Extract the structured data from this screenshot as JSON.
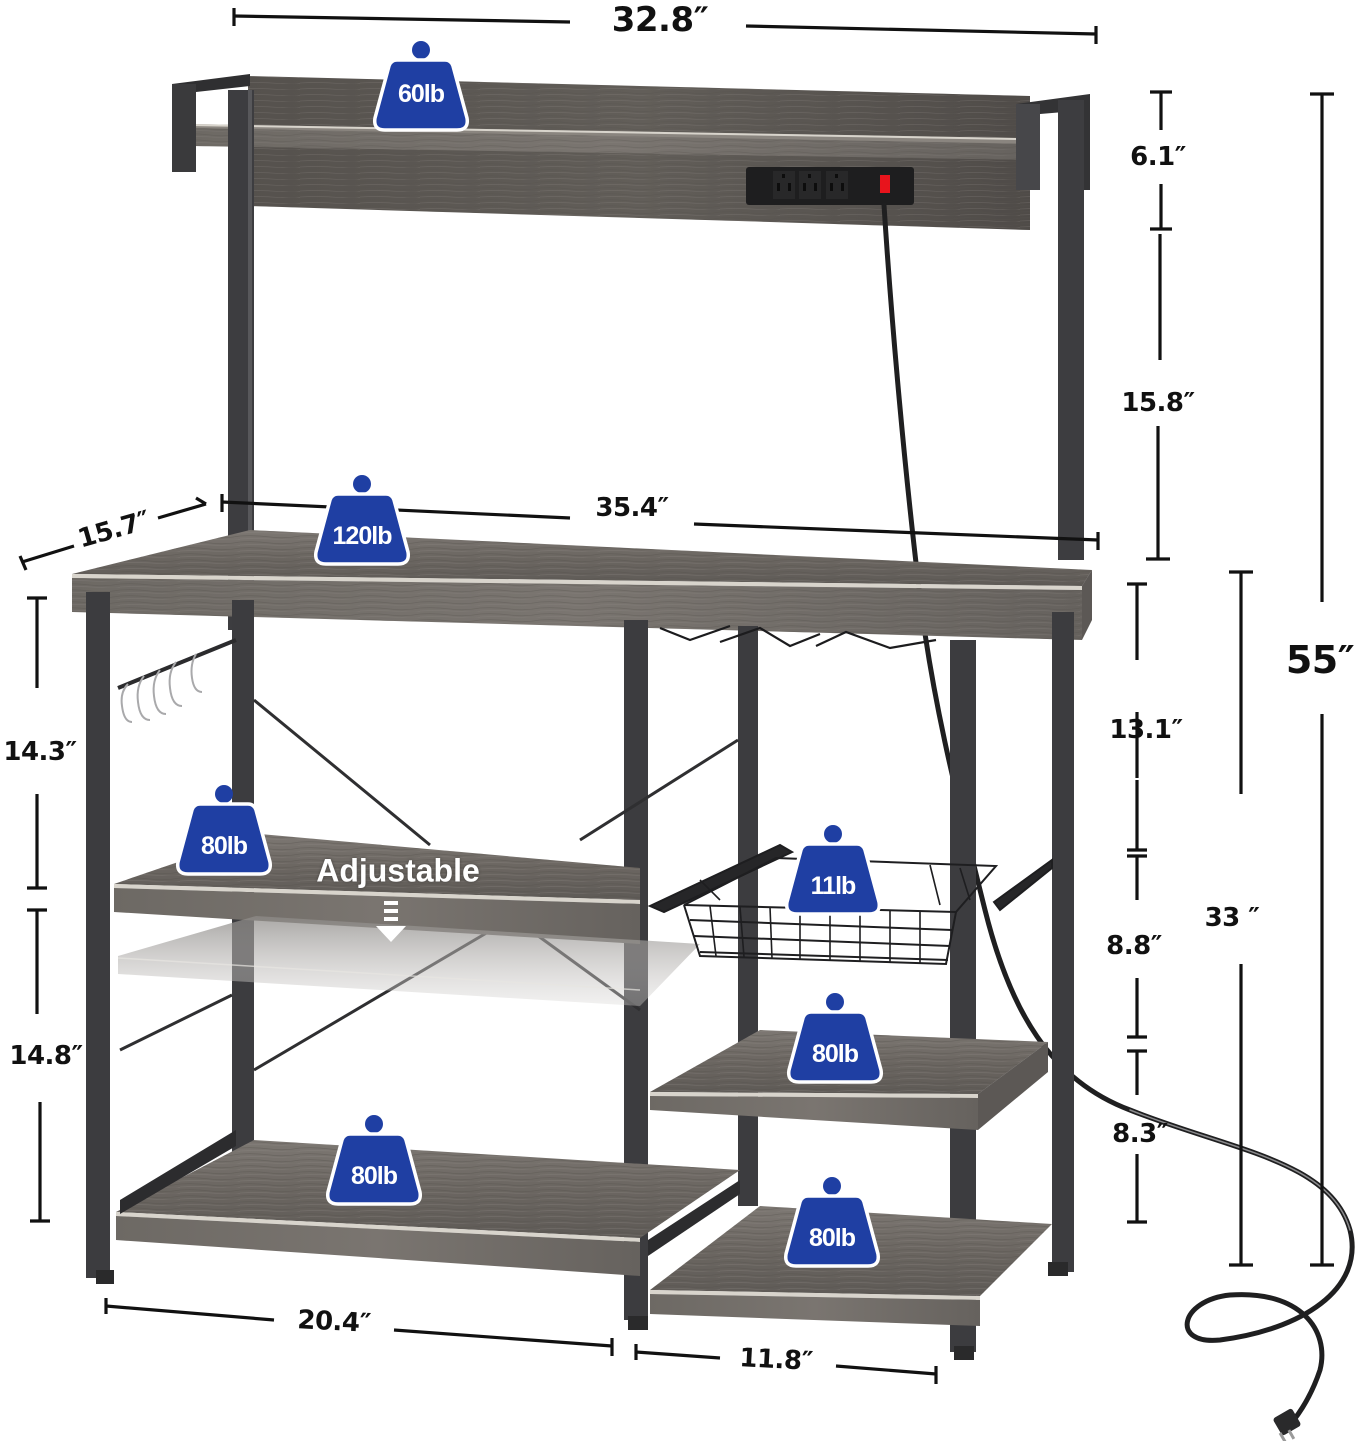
{
  "colors": {
    "badge_blue": "#1f3fa3",
    "badge_outline": "#ffffff",
    "frame_metal": "#3b3b3d",
    "wood_gray": "#6e6a66",
    "wood_light": "#8c8782",
    "wood_edge": "#d8d4cc",
    "dimension_line": "#111111",
    "switch_red": "#e8141c"
  },
  "dimensions": {
    "top_width": "32.8″",
    "hutch_height": "6.1″",
    "hutch_gap": "15.8″",
    "depth": "15.7″",
    "desk_width": "35.4″",
    "total_height": "55″",
    "right_upper": "13.1″",
    "right_basket": "8.8″",
    "right_lower": "8.3″",
    "desk_height": "33 ″",
    "left_upper": "14.3″",
    "left_lower": "14.8″",
    "left_bay_width": "20.4″",
    "right_bay_width": "11.8″"
  },
  "capacity_badges": [
    {
      "id": "hutch-shelf",
      "label": "60lb"
    },
    {
      "id": "desktop",
      "label": "120lb"
    },
    {
      "id": "left-middle-shelf",
      "label": "80lb"
    },
    {
      "id": "basket",
      "label": "11lb"
    },
    {
      "id": "right-middle-shelf",
      "label": "80lb"
    },
    {
      "id": "left-bottom-shelf",
      "label": "80lb"
    },
    {
      "id": "right-bottom-shelf",
      "label": "80lb"
    }
  ],
  "annotations": {
    "adjustable": "Adjustable"
  },
  "features": {
    "power_strip_outlets": 3,
    "power_strip_switch": "red rocker switch",
    "s_hooks": 5,
    "wine_glass_rails": 3,
    "wire_basket": "pull-out wire basket"
  }
}
